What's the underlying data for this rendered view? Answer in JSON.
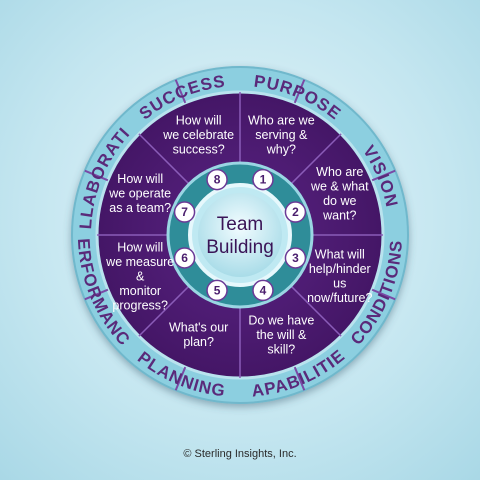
{
  "diagram": {
    "hub": {
      "line1": "Team",
      "line2": "Building"
    },
    "sections": [
      {
        "label": "PURPOSE",
        "number": "1",
        "question": [
          "Who are we",
          "serving &",
          "why?"
        ]
      },
      {
        "label": "VISION",
        "number": "2",
        "question": [
          "Who are",
          "we & what",
          "do we",
          "want?"
        ]
      },
      {
        "label": "CONDITIONS",
        "number": "3",
        "question": [
          "What will",
          "help/hinder",
          "us",
          "now/future?"
        ]
      },
      {
        "label": "CAPABILITIES",
        "number": "4",
        "question": [
          "Do we have",
          "the will &",
          "skill?"
        ]
      },
      {
        "label": "PLANNING",
        "number": "5",
        "question": [
          "What's our",
          "plan?"
        ]
      },
      {
        "label": "PERFORMANCE",
        "number": "6",
        "question": [
          "How will",
          "we measure",
          "&",
          "monitor",
          "progress?"
        ]
      },
      {
        "label": "COLLABORATION",
        "number": "7",
        "question": [
          "How will",
          "we operate",
          "as a team?"
        ]
      },
      {
        "label": "SUCCESS",
        "number": "8",
        "question": [
          "How will",
          "we celebrate",
          "success?"
        ]
      }
    ],
    "colors": {
      "outer_ring": "#8ccfe0",
      "sector_fill": "#4b1a72",
      "divider": "#7a4aa6",
      "label": "#5a2a7a",
      "teal_ring": "#2f8d99",
      "hub": "#cbeef5"
    }
  },
  "footer": {
    "copyright": "© Sterling Insights, Inc."
  }
}
